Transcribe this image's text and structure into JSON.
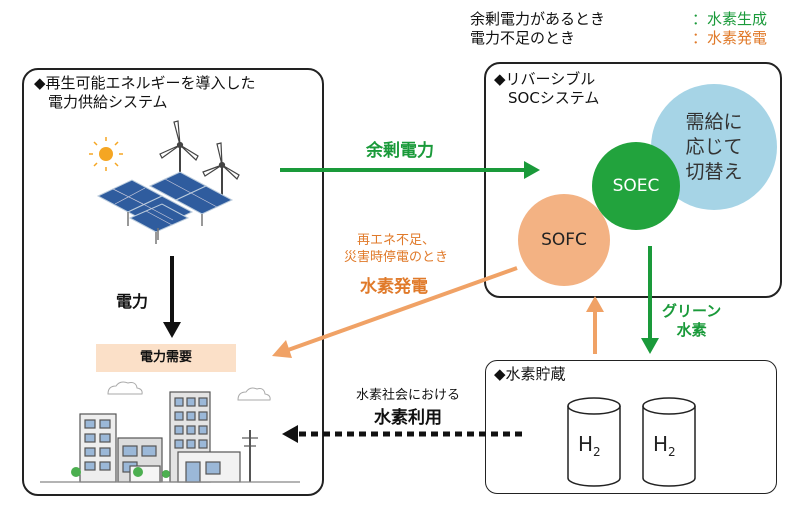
{
  "legend": {
    "surplus_label": "余剰電力があるとき",
    "surplus_value": "：水素生成",
    "shortage_label": "電力不足のとき",
    "shortage_value": "：水素発電"
  },
  "left_box": {
    "title_line1": "◆再生可能エネルギーを導入した",
    "title_line2": "電力供給システム"
  },
  "soc_box": {
    "title_line1": "◆リバーシブル",
    "title_line2": "SOCシステム"
  },
  "storage_box": {
    "title": "◆水素貯蔵"
  },
  "circles": {
    "switch_line1": "需給に",
    "switch_line2": "応じて",
    "switch_line3": "切替え",
    "soec": "SOEC",
    "sofc": "SOFC"
  },
  "arrows": {
    "surplus_power": "余剰電力",
    "shortage_line1": "再エネ不足、",
    "shortage_line2": "災害時停電のとき",
    "hydrogen_power": "水素発電",
    "green_line1": "グリーン",
    "green_line2": "水素",
    "power": "電力",
    "society_line1": "水素社会における",
    "society_line2": "水素利用"
  },
  "demand_label": "電力需要",
  "tanks": {
    "h": "H",
    "sub": "2"
  },
  "colors": {
    "green": "#1a9a3a",
    "orange": "#f0a266",
    "soec": "#22a33d",
    "sofc": "#f3b283",
    "switch": "#a6d4e6"
  }
}
